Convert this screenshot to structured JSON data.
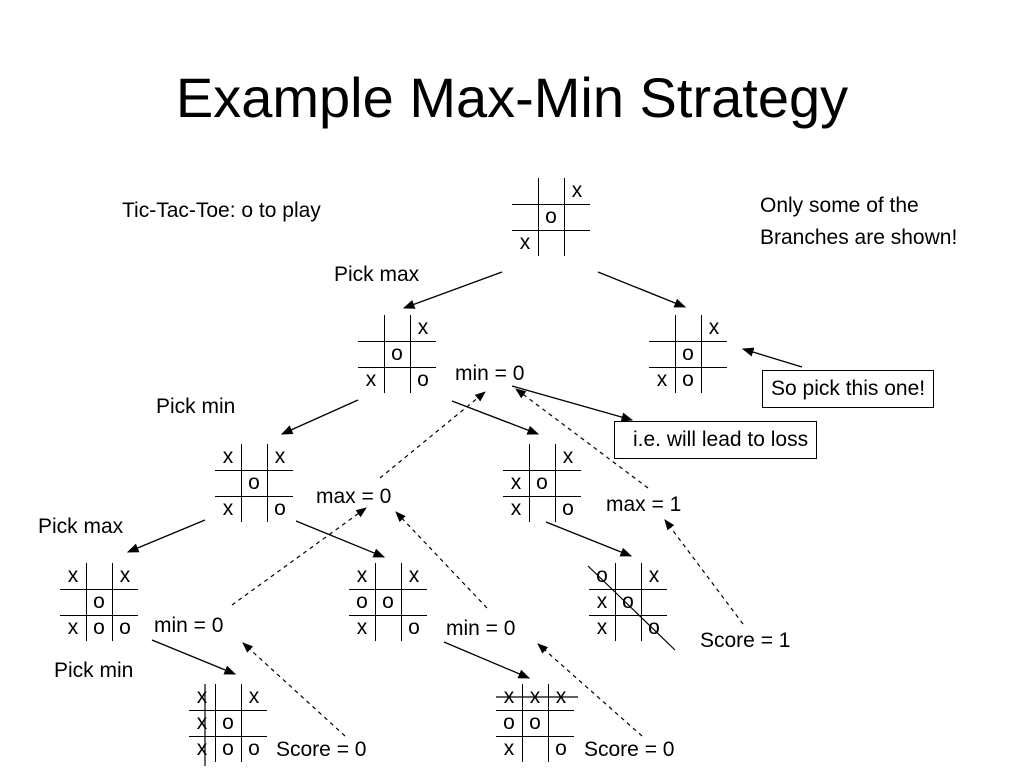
{
  "title": "Example Max-Min Strategy",
  "labels": {
    "game": "Tic-Tac-Toe: o to play",
    "note_line1": "Only some of the",
    "note_line2": "Branches are shown!",
    "pick_max_1": "Pick max",
    "pick_min_1": "Pick min",
    "pick_max_2": "Pick max",
    "pick_min_2": "Pick min",
    "min_top": "min = 0",
    "max_left": "max = 0",
    "max_right": "max = 1",
    "min_ll": "min = 0",
    "min_lm": "min = 0",
    "score_right": "Score = 1",
    "score_ll": "Score = 0",
    "score_lm": "Score = 0",
    "pick_this": "So pick this one!",
    "lead_loss": "i.e. will lead to loss"
  },
  "boards": {
    "root": [
      "",
      "",
      "x",
      "",
      "o",
      "",
      "x",
      "",
      ""
    ],
    "l1a": [
      "",
      "",
      "x",
      "",
      "o",
      "",
      "x",
      "",
      "o"
    ],
    "l1b": [
      "",
      "",
      "x",
      "",
      "o",
      "",
      "x",
      "o",
      ""
    ],
    "l2a": [
      "x",
      "",
      "x",
      "",
      "o",
      "",
      "x",
      "",
      "o"
    ],
    "l2b": [
      "",
      "",
      "x",
      "x",
      "o",
      "",
      "x",
      "",
      "o"
    ],
    "l3a": [
      "x",
      "",
      "x",
      "",
      "o",
      "",
      "x",
      "o",
      "o"
    ],
    "l3b": [
      "x",
      "",
      "x",
      "o",
      "o",
      "",
      "x",
      "",
      "o"
    ],
    "l3c": [
      "o",
      "",
      "x",
      "x",
      "o",
      "",
      "x",
      "",
      "o"
    ],
    "l4a": [
      "x",
      "",
      "x",
      "x",
      "o",
      "",
      "x",
      "o",
      "o"
    ],
    "l4b": [
      "x",
      "x",
      "x",
      "o",
      "o",
      "",
      "x",
      "",
      "o"
    ]
  }
}
